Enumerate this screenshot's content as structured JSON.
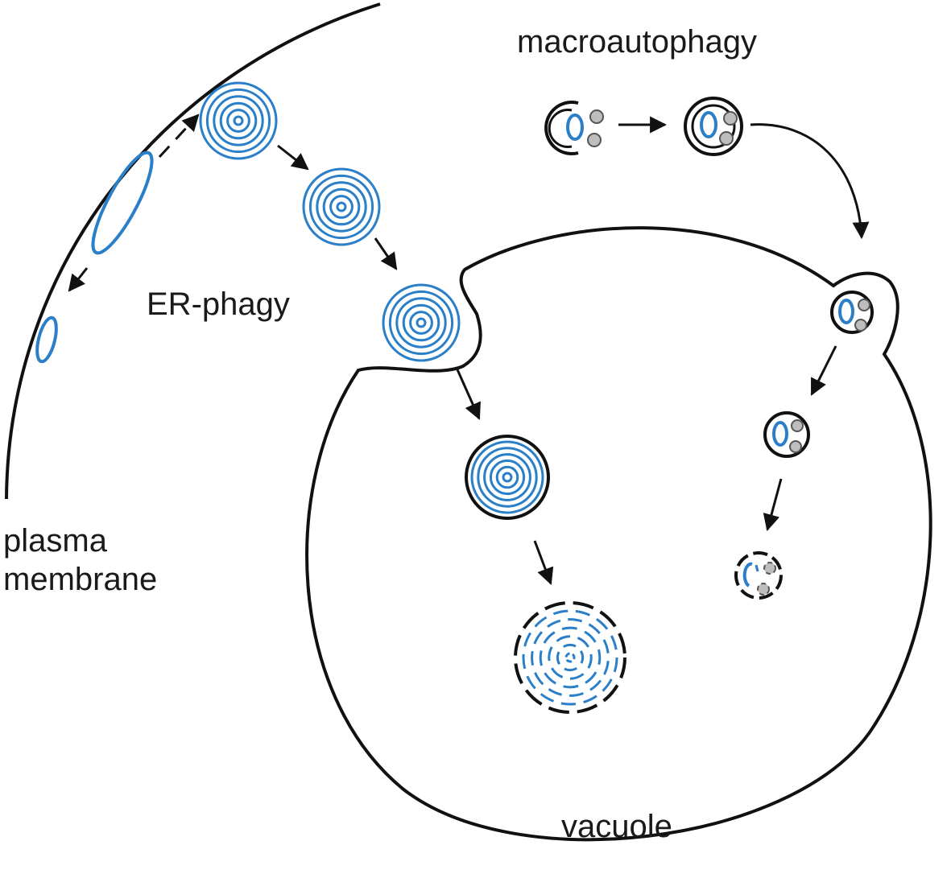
{
  "labels": {
    "macroautophagy": "macroautophagy",
    "er_phagy": "ER-phagy",
    "plasma_membrane_line1": "plasma",
    "plasma_membrane_line2": "membrane",
    "vacuole": "vacuole"
  },
  "colors": {
    "membrane": "#111111",
    "er": "#2a7fc8",
    "cargo_fill": "#bdbdbd",
    "cargo_stroke": "#555555"
  }
}
